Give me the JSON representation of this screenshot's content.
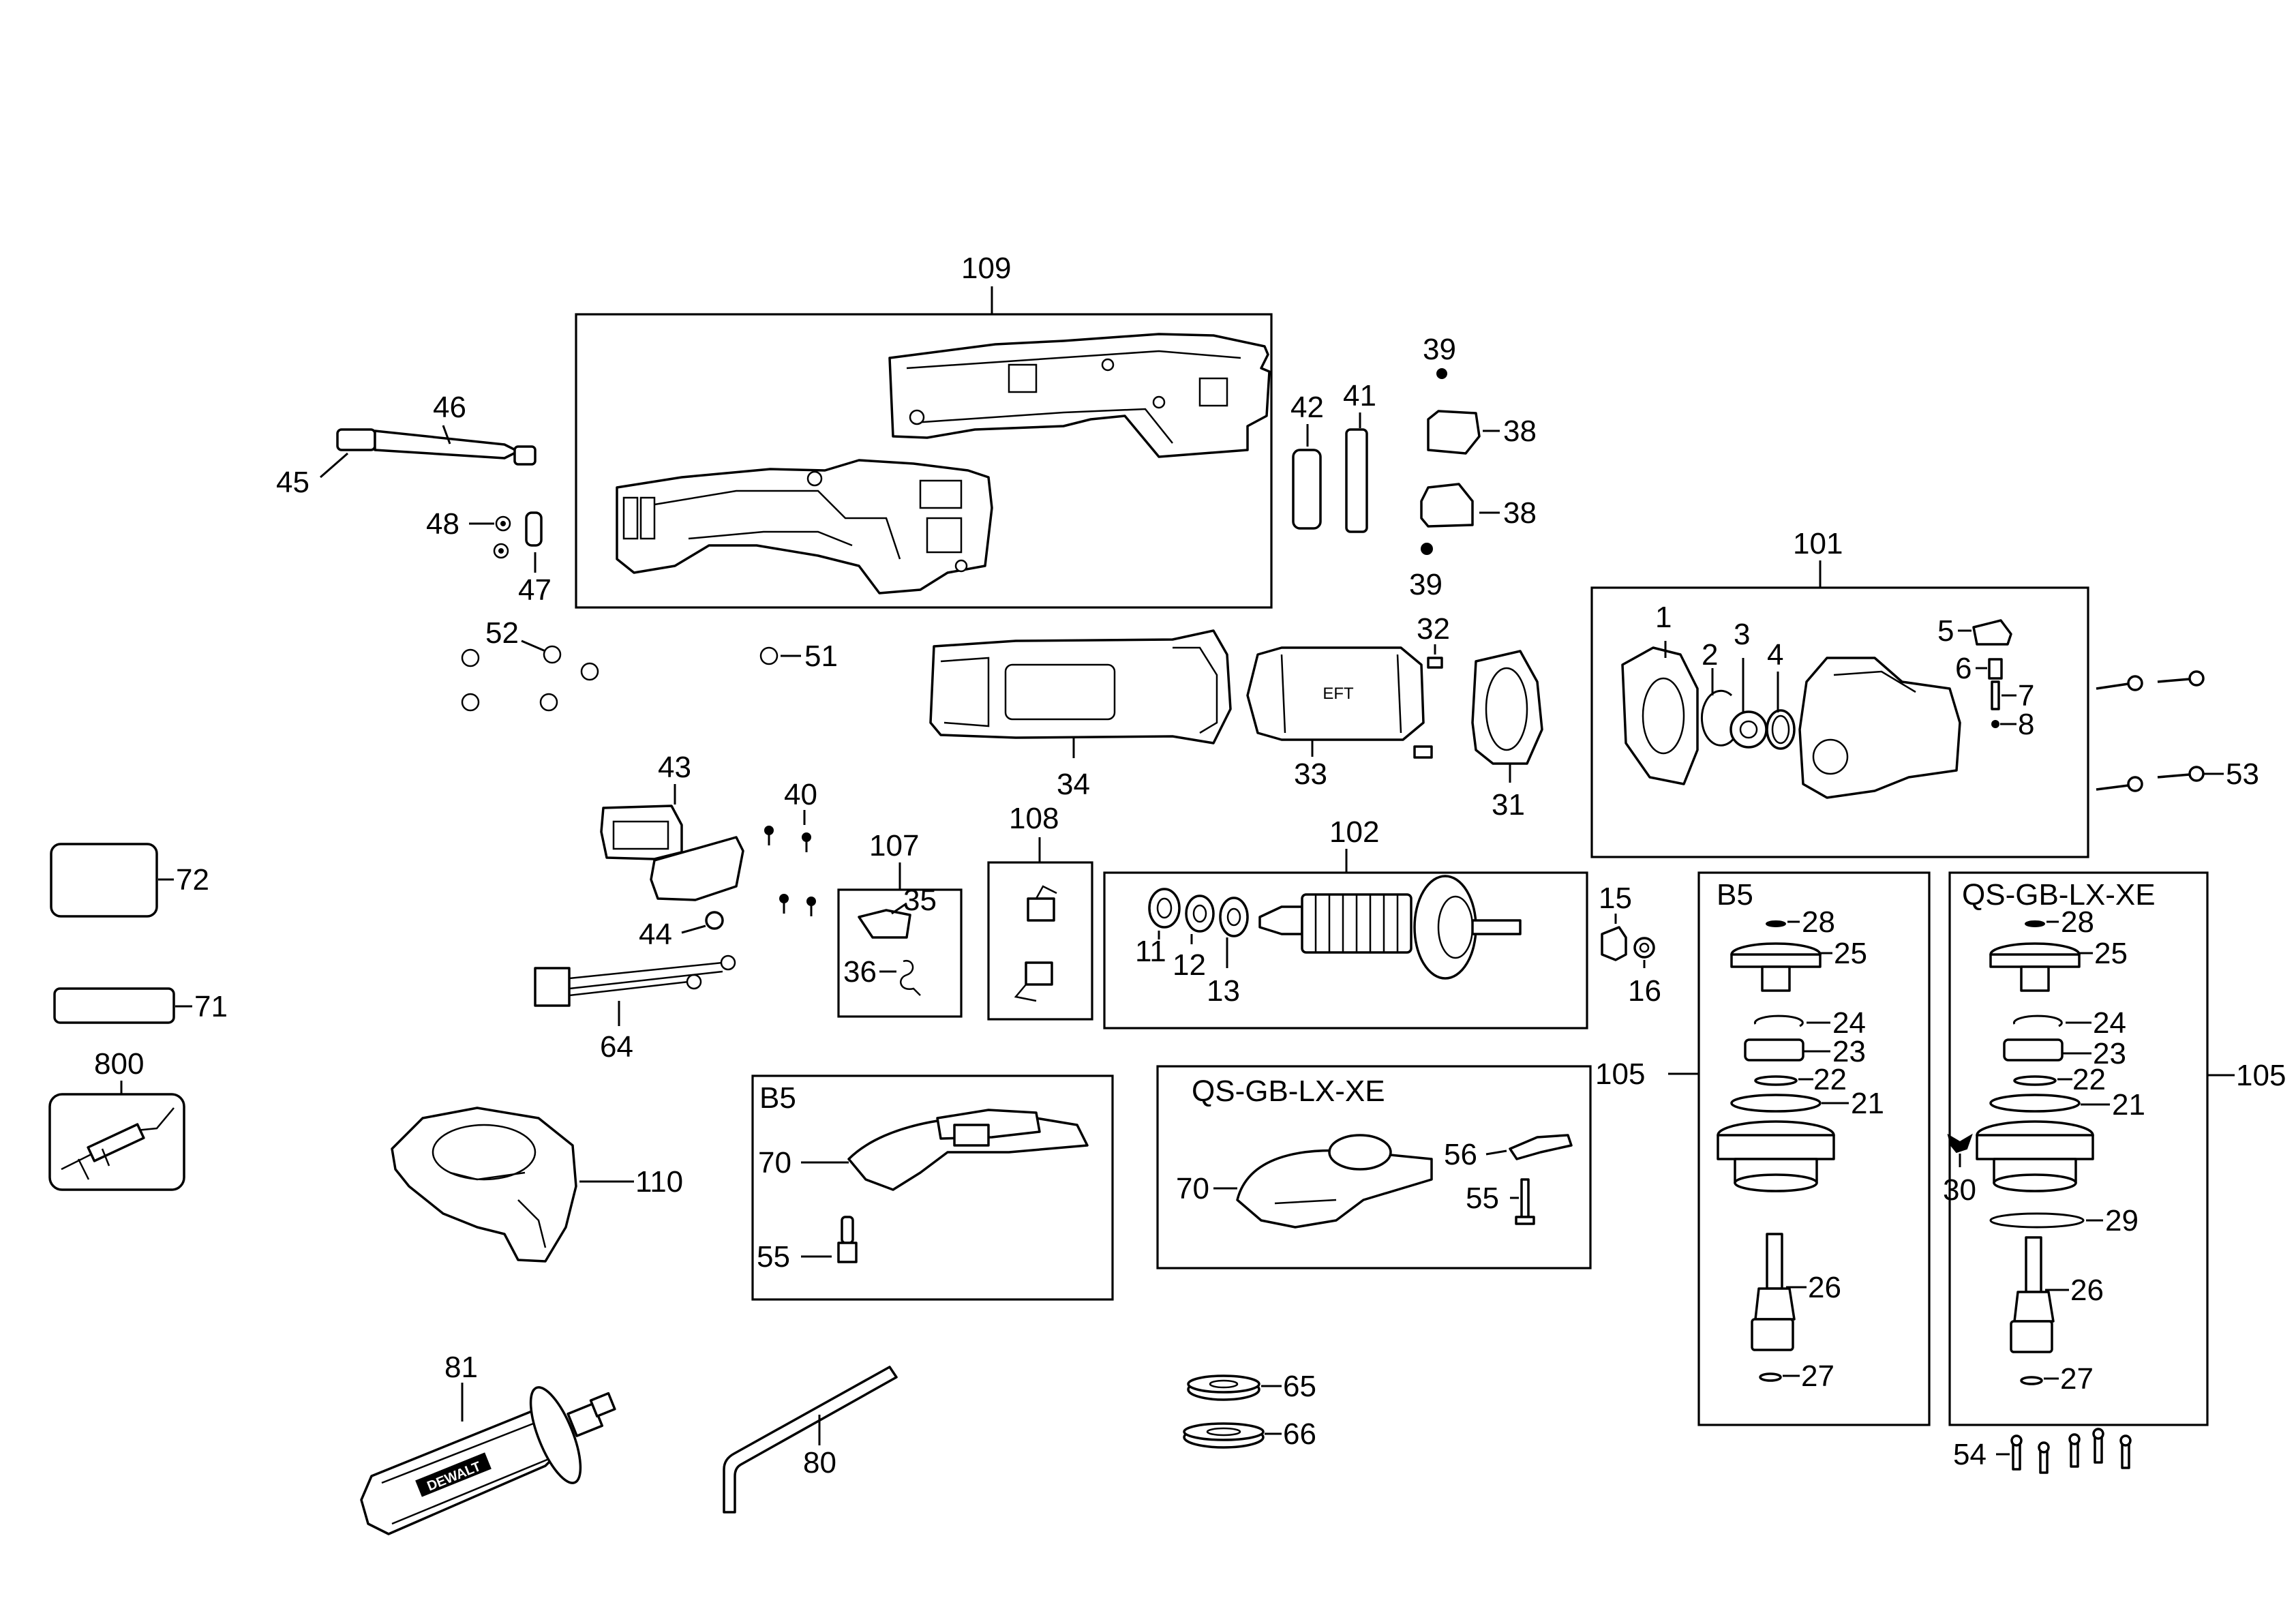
{
  "boxes": {
    "b5_guard": "B5",
    "qs_guard": "QS-GB-LX-XE",
    "b5_gear": "B5",
    "qs_gear": "QS-GB-LX-XE"
  },
  "labels": {
    "p109": "109",
    "p46": "46",
    "p45": "45",
    "p48": "48",
    "p47": "47",
    "p42": "42",
    "p41": "41",
    "p39a": "39",
    "p38a": "38",
    "p38b": "38",
    "p39b": "39",
    "p52": "52",
    "p51": "51",
    "p32": "32",
    "p34": "34",
    "p33": "33",
    "p31": "31",
    "p101": "101",
    "p1": "1",
    "p2": "2",
    "p3": "3",
    "p4": "4",
    "p5": "5",
    "p6": "6",
    "p7": "7",
    "p8": "8",
    "p53": "53",
    "p43": "43",
    "p40": "40",
    "p107": "107",
    "p35": "35",
    "p36": "36",
    "p108": "108",
    "p102": "102",
    "p11": "11",
    "p12": "12",
    "p13": "13",
    "p15": "15",
    "p16": "16",
    "p44": "44",
    "p64": "64",
    "p72": "72",
    "p71": "71",
    "p800": "800",
    "p110": "110",
    "p70a": "70",
    "p55a": "55",
    "p70b": "70",
    "p56": "56",
    "p55b": "55",
    "p105a": "105",
    "p28a": "28",
    "p25a": "25",
    "p24a": "24",
    "p23a": "23",
    "p22a": "22",
    "p21a": "21",
    "p26a": "26",
    "p27a": "27",
    "p28b": "28",
    "p25b": "25",
    "p24b": "24",
    "p23b": "23",
    "p22b": "22",
    "p21b": "21",
    "p30": "30",
    "p29": "29",
    "p26b": "26",
    "p27b": "27",
    "p105b": "105",
    "p81": "81",
    "p80": "80",
    "p65": "65",
    "p66": "66",
    "p54": "54"
  },
  "handle_brand": "DEWALT",
  "stator_mark": "EFT"
}
